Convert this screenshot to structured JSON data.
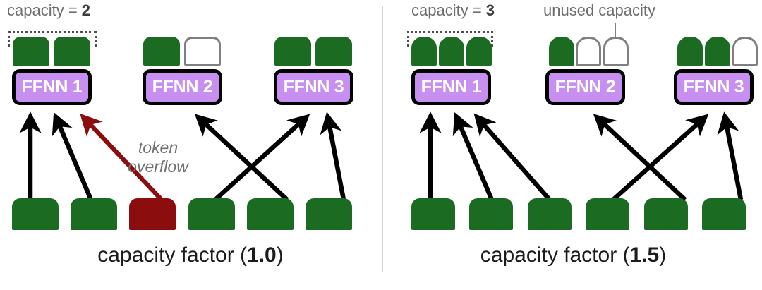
{
  "figure": {
    "background": "#ffffff",
    "divider_color": "#d3d3d3",
    "colors": {
      "token_routed": "#1b6b22",
      "token_overflow": "#8c0d0d",
      "expert_fill": "#c78ff0",
      "expert_border": "#000000",
      "empty_slot_border": "#808080",
      "arrow": "#000000",
      "overflow_arrow": "#8c0d0d",
      "label_gray": "#6e6e6e"
    }
  },
  "panels": [
    {
      "id": "capacity-factor-1",
      "caption_prefix": "capacity factor (",
      "caption_value": "1.0",
      "caption_suffix": ")",
      "capacity_label_prefix": "capacity = ",
      "capacity_label_value": "2",
      "capacity": 2,
      "experts": [
        {
          "label": "FFNN 1",
          "slots": [
            "filled",
            "filled"
          ]
        },
        {
          "label": "FFNN 2",
          "slots": [
            "filled",
            "empty"
          ]
        },
        {
          "label": "FFNN 3",
          "slots": [
            "filled",
            "filled"
          ]
        }
      ],
      "tokens": [
        {
          "index": 1,
          "state": "routed",
          "routed_to": "FFNN 1"
        },
        {
          "index": 2,
          "state": "routed",
          "routed_to": "FFNN 1"
        },
        {
          "index": 3,
          "state": "overflow",
          "routed_to": "FFNN 1"
        },
        {
          "index": 4,
          "state": "routed",
          "routed_to": "FFNN 3"
        },
        {
          "index": 5,
          "state": "routed",
          "routed_to": "FFNN 2"
        },
        {
          "index": 6,
          "state": "routed",
          "routed_to": "FFNN 3"
        }
      ],
      "annotation": {
        "overflow_line1": "token",
        "overflow_line2": "overflow"
      }
    },
    {
      "id": "capacity-factor-15",
      "caption_prefix": "capacity factor (",
      "caption_value": "1.5",
      "caption_suffix": ")",
      "capacity_label_prefix": "capacity = ",
      "capacity_label_value": "3",
      "capacity": 3,
      "experts": [
        {
          "label": "FFNN 1",
          "slots": [
            "filled",
            "filled",
            "filled"
          ]
        },
        {
          "label": "FFNN 2",
          "slots": [
            "filled",
            "empty",
            "empty"
          ]
        },
        {
          "label": "FFNN 3",
          "slots": [
            "filled",
            "filled",
            "empty"
          ]
        }
      ],
      "tokens": [
        {
          "index": 1,
          "state": "routed",
          "routed_to": "FFNN 1"
        },
        {
          "index": 2,
          "state": "routed",
          "routed_to": "FFNN 1"
        },
        {
          "index": 3,
          "state": "routed",
          "routed_to": "FFNN 1"
        },
        {
          "index": 4,
          "state": "routed",
          "routed_to": "FFNN 3"
        },
        {
          "index": 5,
          "state": "routed",
          "routed_to": "FFNN 2"
        },
        {
          "index": 6,
          "state": "routed",
          "routed_to": "FFNN 3"
        }
      ],
      "annotation": {
        "unused_capacity": "unused capacity"
      }
    }
  ]
}
